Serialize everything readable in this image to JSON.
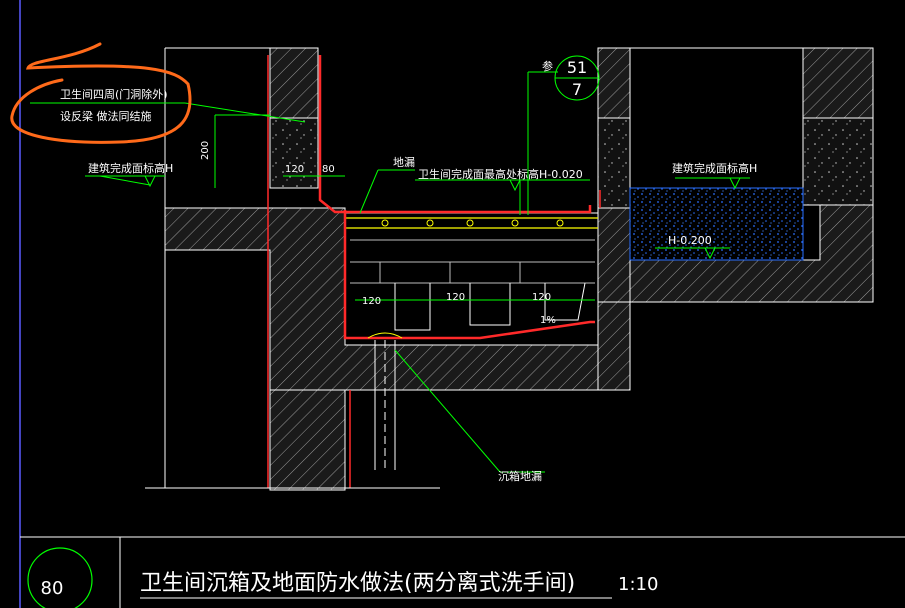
{
  "annotations": {
    "wall_note_line1": "卫生间四周(门洞除外)",
    "wall_note_line2": "设反梁 做法同结施",
    "left_floor_label": "建筑完成面标高H",
    "right_floor_label": "建筑完成面标高H",
    "floor_drain_label": "地漏",
    "toilet_level_label": "卫生间完成面最高处标高H-0.020",
    "right_level_label": "H-0.200",
    "sink_drain_label": "沉箱地漏",
    "ref_prefix": "参",
    "ref_top": "51",
    "ref_bottom": "7"
  },
  "dimensions": {
    "d200": "200",
    "d120_top": "120",
    "d80": "80",
    "d120_a": "120",
    "d120_b": "120",
    "d120_c": "120",
    "slope": "1%"
  },
  "title_block": {
    "detail_number": "80",
    "title": "卫生间沉箱及地面防水做法(两分离式洗手间)",
    "scale": "1:10"
  },
  "colors": {
    "background": "#000000",
    "outline": "#ffffff",
    "hatch": "#9a9a9a",
    "concrete": "#8a8a8a",
    "waterproof": "#ff2a2a",
    "leader": "#00ff00",
    "rebar": "#ffff00",
    "water": "#2a6fff",
    "wall_edge": "#ff2a2a",
    "border": "#5b5bff",
    "highlight": "#ff6a1a"
  }
}
